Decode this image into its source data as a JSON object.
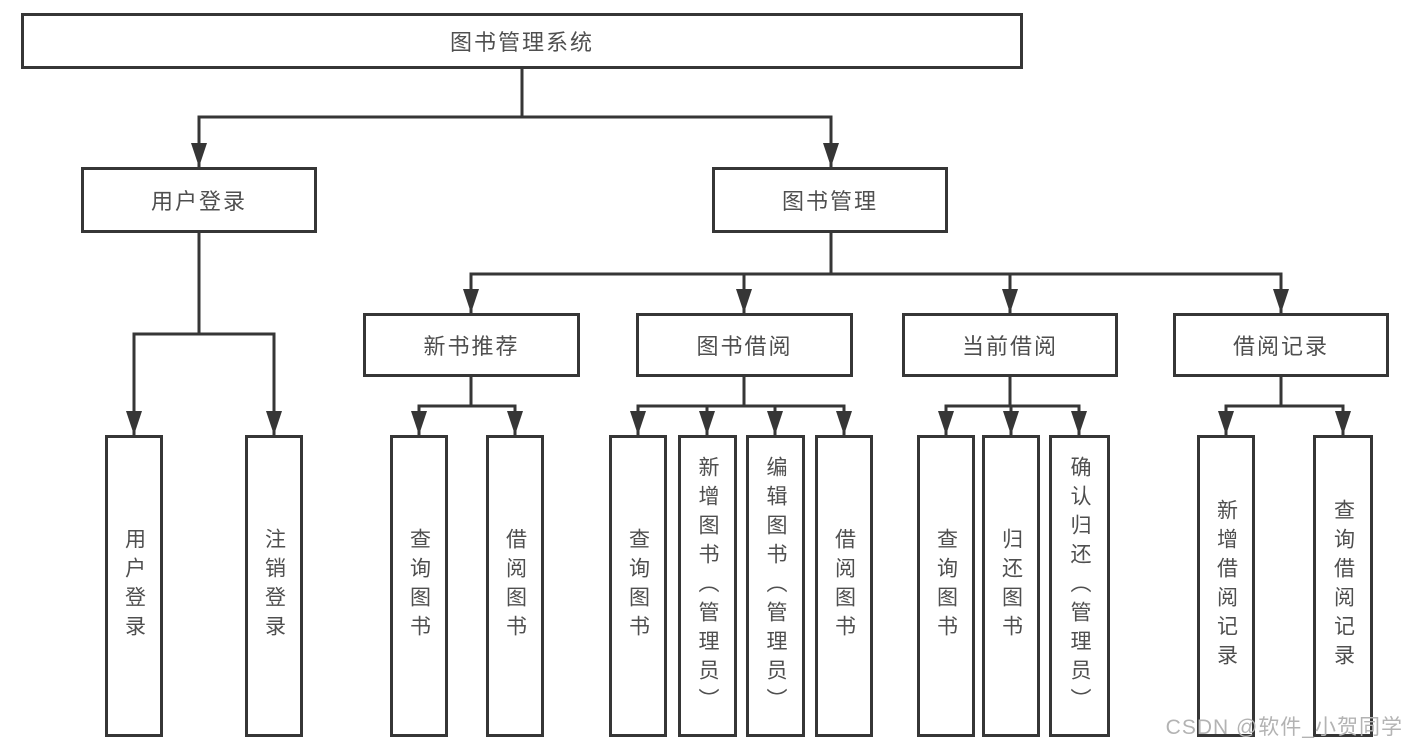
{
  "tree": {
    "root": {
      "label": "图书管理系统"
    },
    "user_login": {
      "label": "用户登录",
      "leaves": [
        {
          "label": "用户登录"
        },
        {
          "label": "注销登录"
        }
      ]
    },
    "book_mgmt": {
      "label": "图书管理",
      "branches": [
        {
          "label": "新书推荐",
          "leaves": [
            {
              "label": "查询图书"
            },
            {
              "label": "借阅图书"
            }
          ]
        },
        {
          "label": "图书借阅",
          "leaves": [
            {
              "label": "查询图书"
            },
            {
              "label": "新增图书（管理员）"
            },
            {
              "label": "编辑图书（管理员）"
            },
            {
              "label": "借阅图书"
            }
          ]
        },
        {
          "label": "当前借阅",
          "leaves": [
            {
              "label": "查询图书"
            },
            {
              "label": "归还图书"
            },
            {
              "label": "确认归还（管理员）"
            }
          ]
        },
        {
          "label": "借阅记录",
          "leaves": [
            {
              "label": "新增借阅记录"
            },
            {
              "label": "查询借阅记录"
            }
          ]
        }
      ]
    }
  },
  "watermark": {
    "text": "CSDN @软件_小贺同学"
  },
  "colors": {
    "line": "#363636",
    "text": "#4f4f4f",
    "watermark": "#b3b3b3",
    "background": "#ffffff"
  }
}
